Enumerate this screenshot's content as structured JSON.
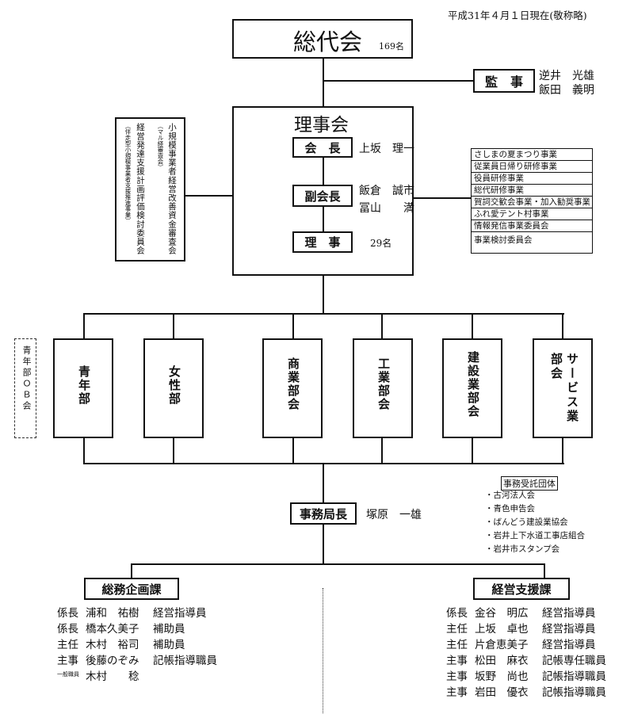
{
  "date_note": "平成31年４月１日現在(敬称略)",
  "general_assembly": {
    "label": "総代会",
    "count": "169名"
  },
  "auditors": {
    "label": "監　事",
    "names": [
      "逆井　光雄",
      "飯田　義明"
    ]
  },
  "board": {
    "label": "理事会",
    "president": {
      "label": "会　長",
      "name": "上坂　理一"
    },
    "vice_president": {
      "label": "副会長",
      "names": [
        "飯倉　誠市",
        "冨山　　満"
      ]
    },
    "directors": {
      "label": "理　事",
      "count": "29名"
    }
  },
  "committee": {
    "main": "小規模事業者経営改善資金審査会",
    "main_sub": "（マル経審査会）",
    "second": "経営発達支援計画評価検討委員会",
    "second_sub": "（伴走型小規模事業者支援推進事業）"
  },
  "projects": [
    "さしまの夏まつり事業",
    "従業員日帰り研修事業",
    "役員研修事業",
    "総代研修事業",
    "賀詞交歓会事業・加入勧奨事業",
    "ふれ愛テント村事業",
    "情報発信事業委員会",
    "事業検討委員会"
  ],
  "ob_group": "青年部ＯＢ会",
  "divisions": [
    "青年部",
    "女性部",
    "商業部会",
    "工業部会",
    "建設業部会",
    "サービス業部会"
  ],
  "secretariat": {
    "label": "事務局長",
    "name": "塚原　一雄"
  },
  "consignment": {
    "title": "事務受託団体",
    "items": [
      "・古河法人会",
      "・青色申告会",
      "・ばんどう建設業協会",
      "・岩井上下水道工事店組合",
      "・岩井市スタンプ会"
    ]
  },
  "general_affairs": {
    "label": "総務企画課",
    "staff": [
      {
        "title": "係長",
        "name": "浦和　祐樹",
        "role": "経営指導員"
      },
      {
        "title": "係長",
        "name": "橋本久美子",
        "role": "補助員"
      },
      {
        "title": "主任",
        "name": "木村　裕司",
        "role": "補助員"
      },
      {
        "title": "主事",
        "name": "後藤のぞみ",
        "role": "記帳指導職員"
      },
      {
        "title": "一般職員",
        "name": "木村　　稔",
        "role": ""
      }
    ]
  },
  "management_support": {
    "label": "経営支援課",
    "staff": [
      {
        "title": "係長",
        "name": "金谷　明広",
        "role": "経営指導員"
      },
      {
        "title": "主任",
        "name": "上坂　卓也",
        "role": "経営指導員"
      },
      {
        "title": "主任",
        "name": "片倉恵美子",
        "role": "経営指導員"
      },
      {
        "title": "主事",
        "name": "松田　麻衣",
        "role": "記帳専任職員"
      },
      {
        "title": "主事",
        "name": "坂野　尚也",
        "role": "記帳指導職員"
      },
      {
        "title": "主事",
        "name": "岩田　優衣",
        "role": "記帳指導職員"
      }
    ]
  }
}
